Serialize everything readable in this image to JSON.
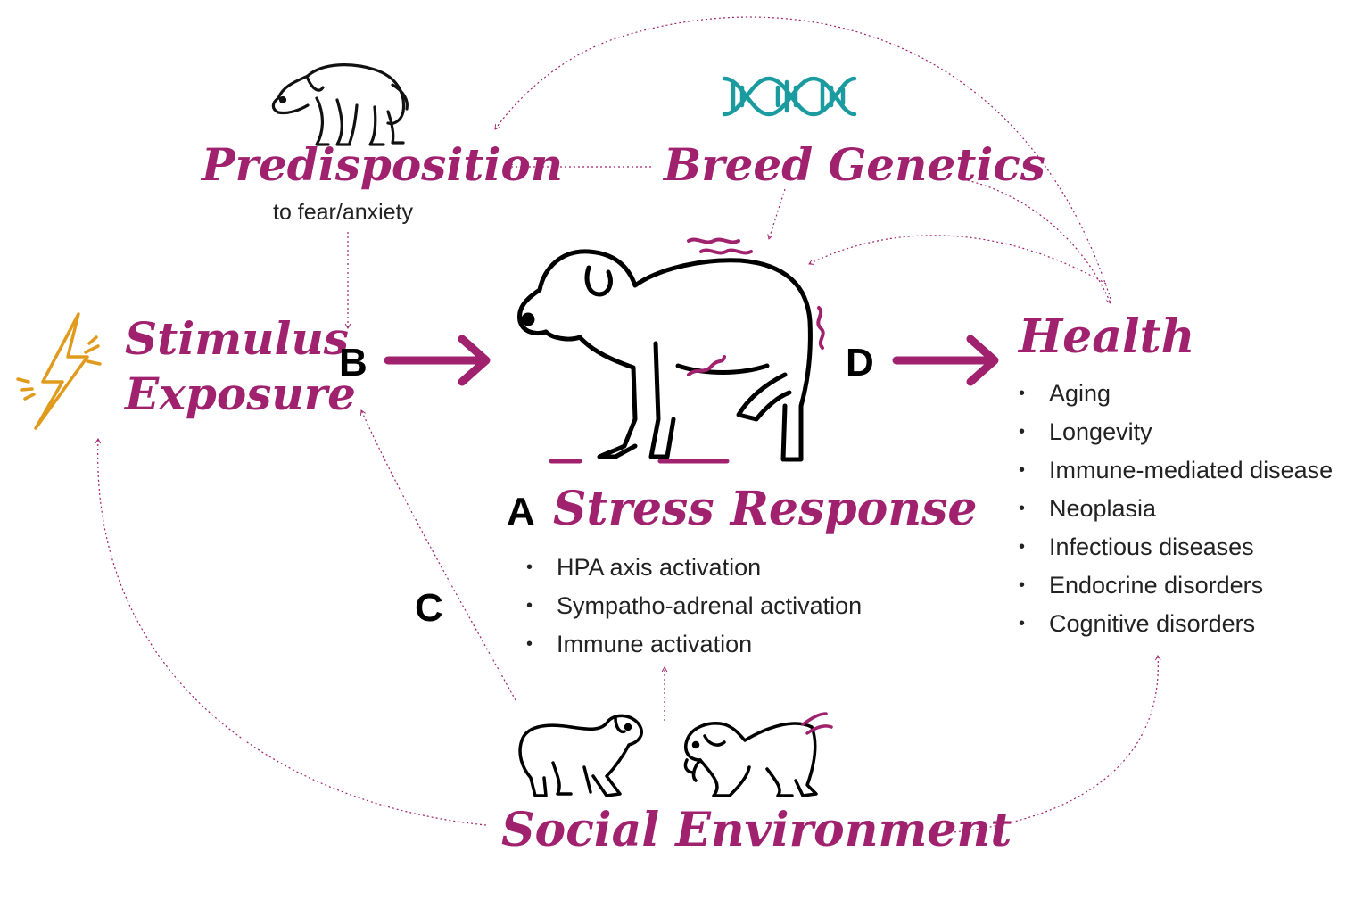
{
  "nodes": {
    "predisposition": {
      "title": "Predisposition",
      "subtitle": "to fear/anxiety"
    },
    "breed_genetics": {
      "title": "Breed Genetics"
    },
    "stimulus_exposure": {
      "line1": "Stimulus",
      "line2": "Exposure"
    },
    "stress_response": {
      "title": "Stress Response",
      "items": [
        "HPA axis activation",
        "Sympatho-adrenal activation",
        "Immune activation"
      ]
    },
    "health": {
      "title": "Health",
      "items": [
        "Aging",
        "Longevity",
        "Immune-mediated disease",
        "Neoplasia",
        "Infectious diseases",
        "Endocrine disorders",
        "Cognitive disorders"
      ]
    },
    "social_environment": {
      "title": "Social Environment"
    }
  },
  "letters": {
    "a": "A",
    "b": "B",
    "c": "C",
    "d": "D"
  },
  "icons": [
    "fearful-dog-icon",
    "dna-icon",
    "lightning-icon",
    "stressed-dog-icon",
    "two-dogs-icon"
  ],
  "colors": {
    "accent": "#a0226e",
    "dna": "#1a9ba0",
    "lightning": "#e09b1c",
    "ink": "#000000"
  }
}
